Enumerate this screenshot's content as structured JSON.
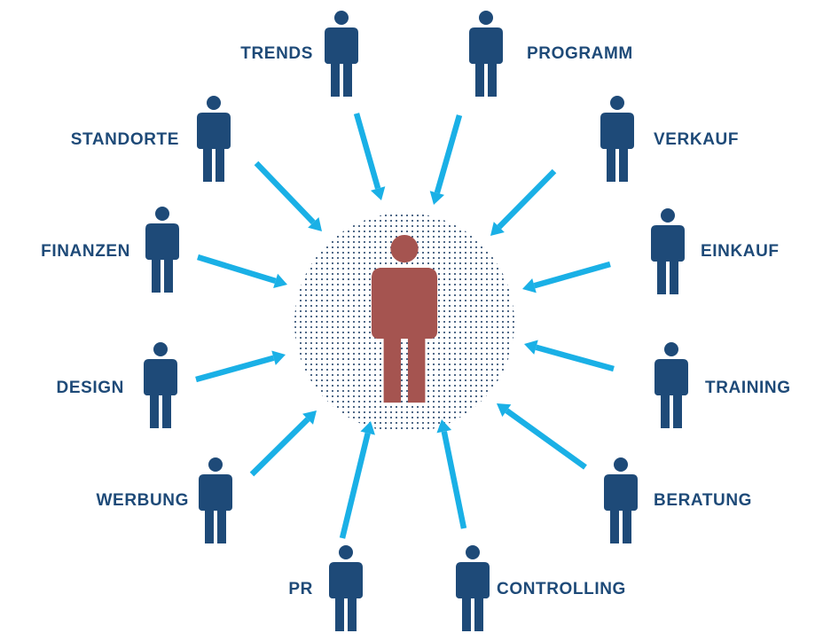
{
  "colors": {
    "person": "#1e4a78",
    "center_person": "#a55450",
    "arrow": "#1ab0e6",
    "dots": "#1e3f66",
    "label": "#1e4a78"
  },
  "center": {
    "icon": "person-icon"
  },
  "nodes": [
    {
      "label": "TRENDS",
      "icon": "person-icon"
    },
    {
      "label": "PROGRAMM",
      "icon": "person-icon"
    },
    {
      "label": "VERKAUF",
      "icon": "person-icon"
    },
    {
      "label": "EINKAUF",
      "icon": "person-icon"
    },
    {
      "label": "TRAINING",
      "icon": "person-icon"
    },
    {
      "label": "BERATUNG",
      "icon": "person-icon"
    },
    {
      "label": "CONTROLLING",
      "icon": "person-icon"
    },
    {
      "label": "PR",
      "icon": "person-icon"
    },
    {
      "label": "WERBUNG",
      "icon": "person-icon"
    },
    {
      "label": "DESIGN",
      "icon": "person-icon"
    },
    {
      "label": "FINANZEN",
      "icon": "person-icon"
    },
    {
      "label": "STANDORTE",
      "icon": "person-icon"
    }
  ]
}
